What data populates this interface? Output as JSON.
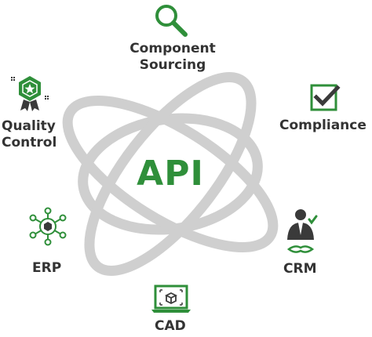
{
  "center": {
    "label": "API"
  },
  "colors": {
    "accent": "#2f8f3a",
    "orbit": "#cfcfcf",
    "text": "#333333",
    "icon_dark": "#3a3a3a"
  },
  "nodes": [
    {
      "id": "component-sourcing",
      "line1": "Component",
      "line2": "Sourcing",
      "icon": "magnifier-icon"
    },
    {
      "id": "compliance",
      "line1": "Compliance",
      "icon": "checkbox-icon"
    },
    {
      "id": "crm",
      "line1": "CRM",
      "icon": "businessman-handshake-icon"
    },
    {
      "id": "cad",
      "line1": "CAD",
      "icon": "laptop-3d-cube-icon"
    },
    {
      "id": "erp",
      "line1": "ERP",
      "icon": "network-hub-icon"
    },
    {
      "id": "quality-control",
      "line1": "Quality",
      "line2": "Control",
      "icon": "quality-badge-icon"
    }
  ]
}
